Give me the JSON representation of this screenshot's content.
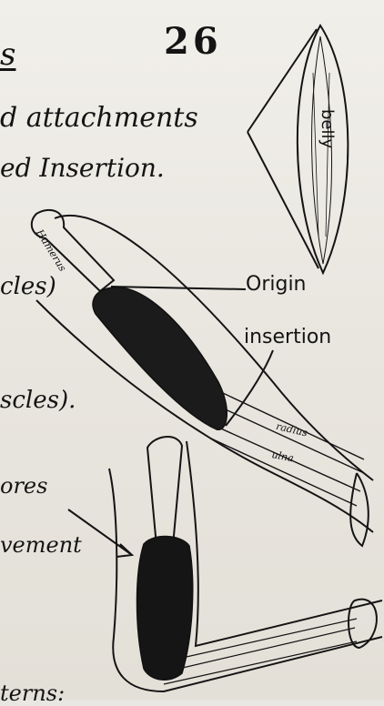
{
  "page": {
    "page_number": "26",
    "heading_fragment": "s",
    "line1": "d attachments",
    "line2": "ed Insertion.",
    "frag_cles": "cles)",
    "frag_scles": "scles).",
    "frag_ores": "ores",
    "frag_ement": "vement",
    "frag_terns": "terns:"
  },
  "labels": {
    "belly": "belly",
    "humerus": "Humerus",
    "origin": "Origin",
    "insertion": "insertion",
    "radius": "radius",
    "ulna": "ulna"
  },
  "colors": {
    "paper": "#e9e7e1",
    "ink": "#141414"
  }
}
